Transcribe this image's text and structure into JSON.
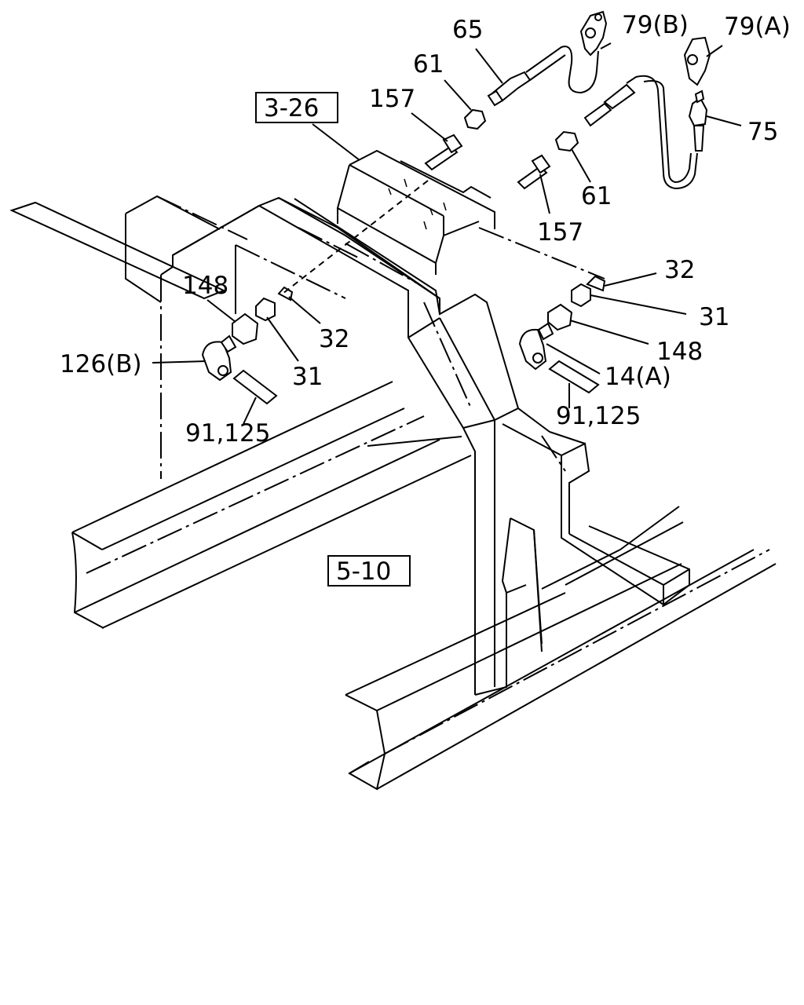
{
  "refs": {
    "frame_ref": "3-26",
    "crossmember_ref": "5-10"
  },
  "labels": {
    "p65": "65",
    "p61_top": "61",
    "p157_top": "157",
    "p79b": "79(B)",
    "p79a": "79(A)",
    "p75": "75",
    "p61_mid": "61",
    "p157_mid": "157",
    "p32_right": "32",
    "p31_right": "31",
    "p148_right": "148",
    "p14a": "14(A)",
    "p91_125_right": "91,125",
    "p148_left": "148",
    "p32_left": "32",
    "p31_left": "31",
    "p126b": "126(B)",
    "p91_125_left": "91,125"
  }
}
